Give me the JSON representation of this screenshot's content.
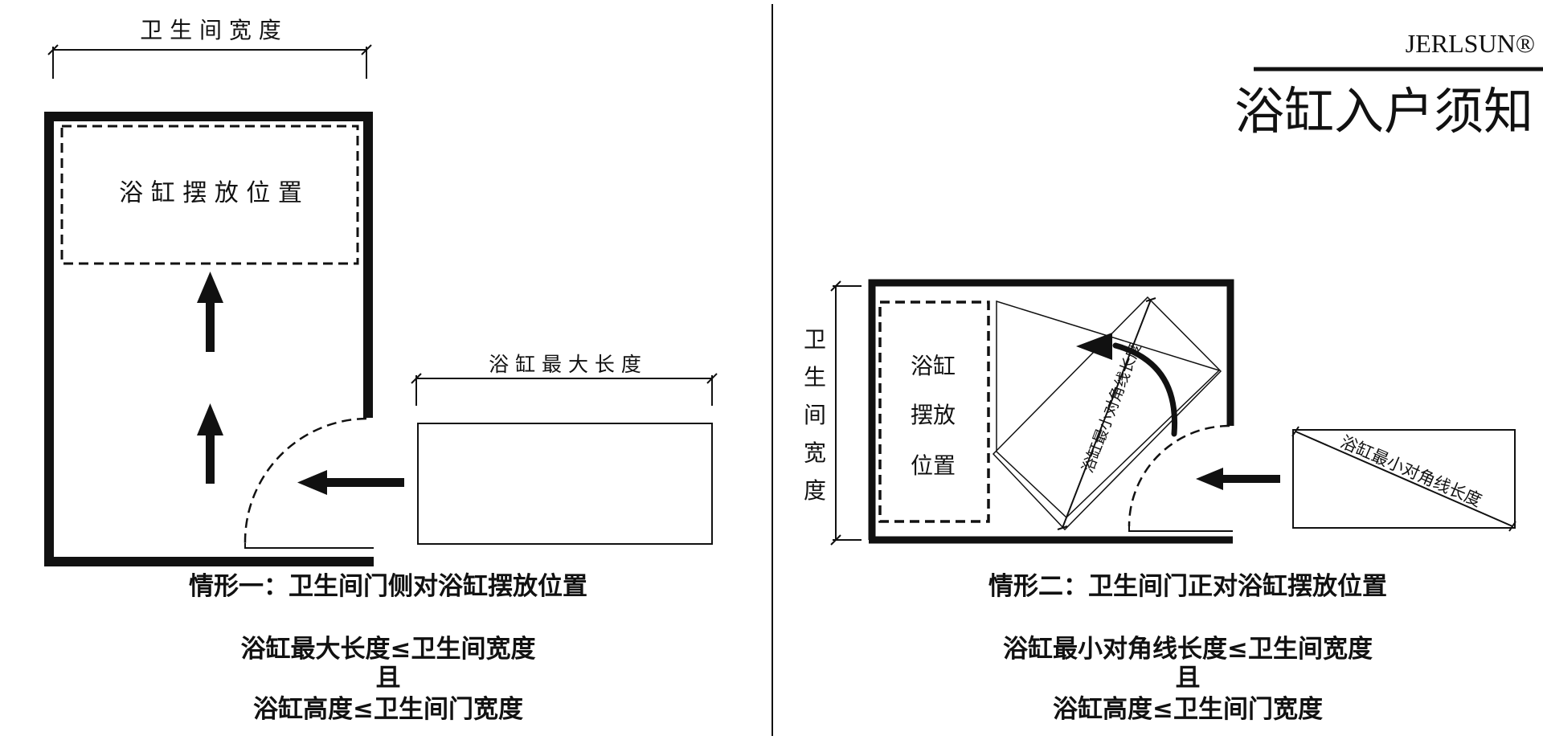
{
  "brand": {
    "name": "JERLSUN®",
    "headline": "浴缸入户须知"
  },
  "scenario_one": {
    "room_width_label": "卫 生 间 宽 度",
    "tub_position_label": "浴 缸 摆 放 位 置",
    "tub_max_length_label": "浴 缸 最 大 长 度",
    "caption": "情形一：卫生间门侧对浴缸摆放位置",
    "rule_line_1": "浴缸最大长度≤卫生间宽度",
    "rule_conjunction": "且",
    "rule_line_2": "浴缸高度≤卫生间门宽度"
  },
  "scenario_two": {
    "room_width_chars": [
      "卫",
      "生",
      "间",
      "宽",
      "度"
    ],
    "tub_position_lines": [
      "浴缸",
      "摆放",
      "位置"
    ],
    "inner_diagonal_label": "浴缸最小对角线长度",
    "outer_diagonal_label": "浴缸最小对角线长度",
    "caption": "情形二：卫生间门正对浴缸摆放位置",
    "rule_line_1": "浴缸最小对角线长度≤卫生间宽度",
    "rule_conjunction": "且",
    "rule_line_2": "浴缸高度≤卫生间门宽度"
  }
}
